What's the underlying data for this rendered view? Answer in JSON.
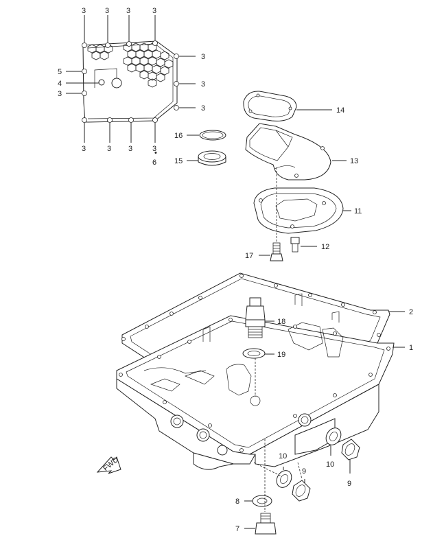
{
  "diagram": {
    "callouts": {
      "c3_t1": "3",
      "c3_t2": "3",
      "c3_t3": "3",
      "c3_t4": "3",
      "c3_r1": "3",
      "c3_r2": "3",
      "c3_r3": "3",
      "c3_l1": "3",
      "c3_b1": "3",
      "c3_b2": "3",
      "c3_b3": "3",
      "c3_b4": "3",
      "c5": "5",
      "c4": "4",
      "c6": "6",
      "c14": "14",
      "c16": "16",
      "c15": "15",
      "c13": "13",
      "c11": "11",
      "c17": "17",
      "c12": "12",
      "c2": "2",
      "c1": "1",
      "c18": "18",
      "c19": "19",
      "c10a": "10",
      "c10b": "10",
      "c9a": "9",
      "c9b": "9",
      "c8": "8",
      "c7": "7"
    },
    "fwd_label": "FWD"
  }
}
